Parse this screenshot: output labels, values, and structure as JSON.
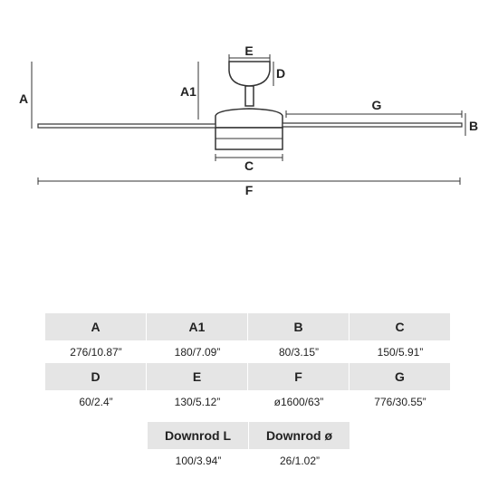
{
  "diagram": {
    "labels": {
      "A": "A",
      "A1": "A1",
      "B": "B",
      "C": "C",
      "D": "D",
      "E": "E",
      "F": "F",
      "G": "G"
    }
  },
  "table": {
    "row1": {
      "headers": [
        "A",
        "A1",
        "B",
        "C"
      ],
      "values": [
        "276/10.87”",
        "180/7.09”",
        "80/3.15”",
        "150/5.91”"
      ]
    },
    "row2": {
      "headers": [
        "D",
        "E",
        "F",
        "G"
      ],
      "values": [
        "60/2.4”",
        "130/5.12”",
        "ø1600/63”",
        "776/30.55”"
      ]
    },
    "row3": {
      "headers": [
        "Downrod L",
        "Downrod ø"
      ],
      "values": [
        "100/3.94”",
        "26/1.02”"
      ]
    }
  }
}
